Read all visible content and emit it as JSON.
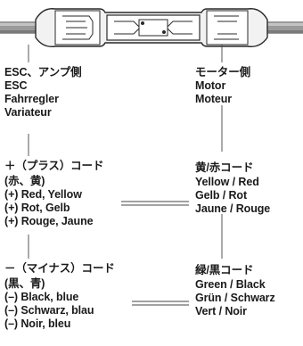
{
  "esc_side": {
    "jp": "ESC、アンプ側",
    "en": "ESC",
    "de": "Fahrregler",
    "fr": "Variateur"
  },
  "motor_side": {
    "jp": "モーター側",
    "en": "Motor",
    "de": "Motor",
    "fr": "Moteur"
  },
  "plus_cord": {
    "jp1": "＋（プラス）コード",
    "jp2": "(赤、黄)",
    "en": "(+) Red, Yellow",
    "de": "(+) Rot, Gelb",
    "fr": "(+) Rouge, Jaune"
  },
  "yellow_red_cord": {
    "jp": "黄/赤コード",
    "en": "Yellow / Red",
    "de": "Gelb / Rot",
    "fr": "Jaune / Rouge"
  },
  "minus_cord": {
    "jp1": "－（マイナス）コード",
    "jp2": "(黒、青)",
    "en": "(–) Black, blue",
    "de": "(–) Schwarz, blau",
    "fr": "(–) Noir, bleu"
  },
  "green_black_cord": {
    "jp": "緑/黒コード",
    "en": "Green / Black",
    "de": "Grün / Schwarz",
    "fr": "Vert / Noir"
  }
}
